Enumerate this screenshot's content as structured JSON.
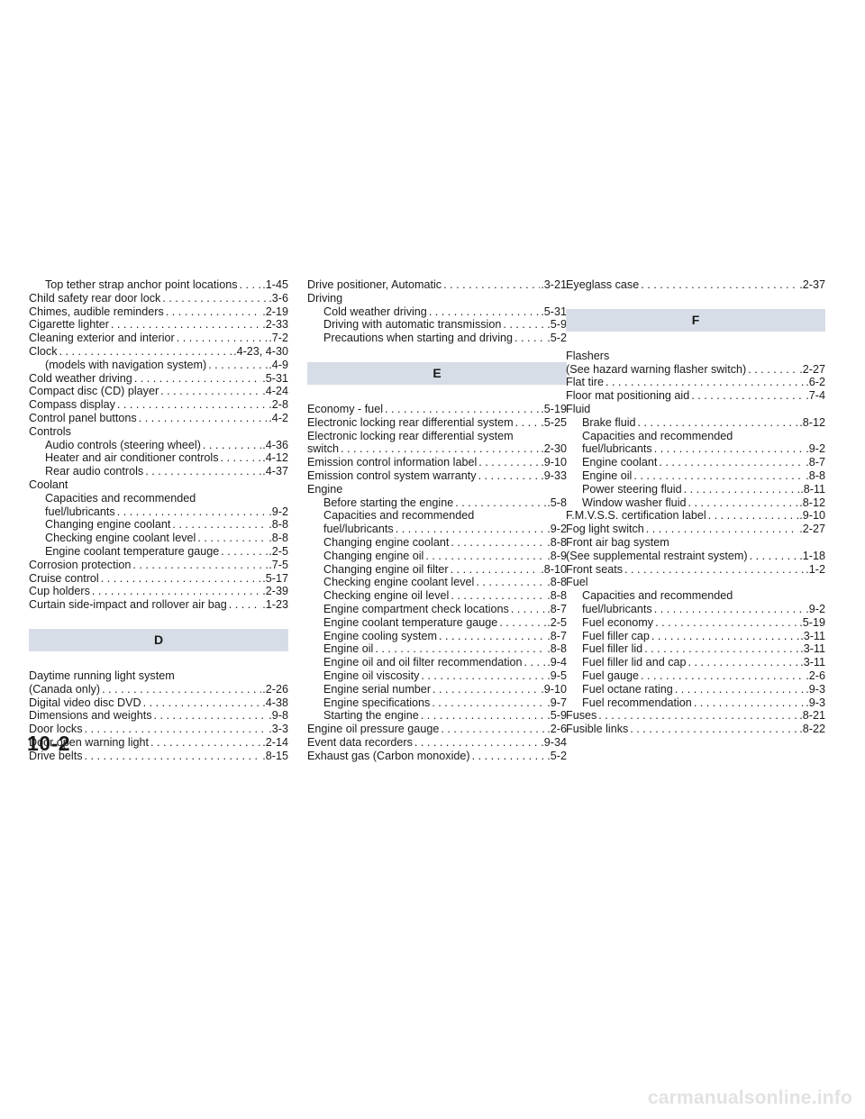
{
  "page_number": "10-2",
  "watermark": "carmanualsonline.info",
  "columns": [
    [
      {
        "kind": "entry",
        "level": 2,
        "text": "Top tether strap anchor point locations",
        "page": ".1-45"
      },
      {
        "kind": "entry",
        "level": 1,
        "text": "Child safety rear door lock",
        "page": ".3-6"
      },
      {
        "kind": "entry",
        "level": 1,
        "text": "Chimes, audible reminders",
        "page": ".2-19"
      },
      {
        "kind": "entry",
        "level": 1,
        "text": "Cigarette lighter",
        "page": ".2-33"
      },
      {
        "kind": "entry",
        "level": 1,
        "text": "Cleaning exterior and interior",
        "page": ".7-2"
      },
      {
        "kind": "entry",
        "level": 1,
        "text": "Clock",
        "page": ".4-23, 4-30"
      },
      {
        "kind": "entry",
        "level": 2,
        "text": "(models with navigation system)",
        "page": ".4-9"
      },
      {
        "kind": "entry",
        "level": 1,
        "text": "Cold weather driving",
        "page": ".5-31"
      },
      {
        "kind": "entry",
        "level": 1,
        "text": "Compact disc (CD) player",
        "page": ".4-24"
      },
      {
        "kind": "entry",
        "level": 1,
        "text": "Compass display",
        "page": ".2-8"
      },
      {
        "kind": "entry",
        "level": 1,
        "text": "Control panel buttons",
        "page": ".4-2"
      },
      {
        "kind": "entry",
        "level": 1,
        "text": "Controls",
        "page": ""
      },
      {
        "kind": "entry",
        "level": 2,
        "text": "Audio controls (steering wheel)",
        "page": ".4-36"
      },
      {
        "kind": "entry",
        "level": 2,
        "text": "Heater and air conditioner controls",
        "page": ".4-12"
      },
      {
        "kind": "entry",
        "level": 2,
        "text": "Rear audio controls",
        "page": ".4-37"
      },
      {
        "kind": "entry",
        "level": 1,
        "text": "Coolant",
        "page": ""
      },
      {
        "kind": "entry",
        "level": 2,
        "text": "Capacities and recommended",
        "page": ""
      },
      {
        "kind": "entry",
        "level": 2,
        "text": "fuel/lubricants",
        "page": ".9-2"
      },
      {
        "kind": "entry",
        "level": 2,
        "text": "Changing engine coolant",
        "page": ".8-8"
      },
      {
        "kind": "entry",
        "level": 2,
        "text": "Checking engine coolant level",
        "page": ".8-8"
      },
      {
        "kind": "entry",
        "level": 2,
        "text": "Engine coolant temperature gauge",
        "page": ".2-5"
      },
      {
        "kind": "entry",
        "level": 1,
        "text": "Corrosion protection",
        "page": ".7-5"
      },
      {
        "kind": "entry",
        "level": 1,
        "text": "Cruise control",
        "page": ".5-17"
      },
      {
        "kind": "entry",
        "level": 1,
        "text": "Cup holders",
        "page": ".2-39"
      },
      {
        "kind": "entry",
        "level": 1,
        "text": "Curtain side-impact and rollover air bag",
        "page": ".1-23"
      },
      {
        "kind": "header",
        "text": "D"
      },
      {
        "kind": "entry",
        "level": 1,
        "text": "Daytime running light system",
        "page": ""
      },
      {
        "kind": "entry",
        "level": 1,
        "text": "(Canada only)",
        "page": ".2-26"
      },
      {
        "kind": "entry",
        "level": 1,
        "text": "Digital video disc DVD",
        "page": ".4-38"
      },
      {
        "kind": "entry",
        "level": 1,
        "text": "Dimensions and weights",
        "page": ".9-8"
      },
      {
        "kind": "entry",
        "level": 1,
        "text": "Door locks",
        "page": ".3-3"
      },
      {
        "kind": "entry",
        "level": 1,
        "text": "Door open warning light",
        "page": ".2-14"
      },
      {
        "kind": "entry",
        "level": 1,
        "text": "Drive belts",
        "page": ".8-15"
      }
    ],
    [
      {
        "kind": "entry",
        "level": 1,
        "text": "Drive positioner, Automatic",
        "page": ".3-21"
      },
      {
        "kind": "entry",
        "level": 1,
        "text": "Driving",
        "page": ""
      },
      {
        "kind": "entry",
        "level": 2,
        "text": "Cold weather driving",
        "page": ".5-31"
      },
      {
        "kind": "entry",
        "level": 2,
        "text": "Driving with automatic transmission",
        "page": ".5-9"
      },
      {
        "kind": "entry",
        "level": 2,
        "text": "Precautions when starting and driving",
        "page": ".5-2"
      },
      {
        "kind": "header",
        "text": "E"
      },
      {
        "kind": "entry",
        "level": 1,
        "text": "Economy - fuel",
        "page": ".5-19"
      },
      {
        "kind": "entry",
        "level": 1,
        "text": "Electronic locking rear differential system",
        "page": ".5-25"
      },
      {
        "kind": "entry",
        "level": 1,
        "text": "Electronic locking rear differential system",
        "page": ""
      },
      {
        "kind": "entry",
        "level": 1,
        "text": "switch",
        "page": ".2-30"
      },
      {
        "kind": "entry",
        "level": 1,
        "text": "Emission control information label",
        "page": ".9-10"
      },
      {
        "kind": "entry",
        "level": 1,
        "text": "Emission control system warranty",
        "page": ".9-33"
      },
      {
        "kind": "entry",
        "level": 1,
        "text": "Engine",
        "page": ""
      },
      {
        "kind": "entry",
        "level": 2,
        "text": "Before starting the engine",
        "page": ".5-8"
      },
      {
        "kind": "entry",
        "level": 2,
        "text": "Capacities and recommended",
        "page": ""
      },
      {
        "kind": "entry",
        "level": 2,
        "text": "fuel/lubricants",
        "page": ".9-2"
      },
      {
        "kind": "entry",
        "level": 2,
        "text": "Changing engine coolant",
        "page": ".8-8"
      },
      {
        "kind": "entry",
        "level": 2,
        "text": "Changing engine oil",
        "page": ".8-9"
      },
      {
        "kind": "entry",
        "level": 2,
        "text": "Changing engine oil filter",
        "page": ".8-10"
      },
      {
        "kind": "entry",
        "level": 2,
        "text": "Checking engine coolant level",
        "page": ".8-8"
      },
      {
        "kind": "entry",
        "level": 2,
        "text": "Checking engine oil level",
        "page": ".8-8"
      },
      {
        "kind": "entry",
        "level": 2,
        "text": "Engine compartment check locations",
        "page": ".8-7"
      },
      {
        "kind": "entry",
        "level": 2,
        "text": "Engine coolant temperature gauge",
        "page": ".2-5"
      },
      {
        "kind": "entry",
        "level": 2,
        "text": "Engine cooling system",
        "page": ".8-7"
      },
      {
        "kind": "entry",
        "level": 2,
        "text": "Engine oil",
        "page": ".8-8"
      },
      {
        "kind": "entry",
        "level": 2,
        "text": "Engine oil and oil filter recommendation",
        "page": ".9-4"
      },
      {
        "kind": "entry",
        "level": 2,
        "text": "Engine oil viscosity",
        "page": ".9-5"
      },
      {
        "kind": "entry",
        "level": 2,
        "text": "Engine serial number",
        "page": ".9-10"
      },
      {
        "kind": "entry",
        "level": 2,
        "text": "Engine specifications",
        "page": ".9-7"
      },
      {
        "kind": "entry",
        "level": 2,
        "text": "Starting the engine",
        "page": ".5-9"
      },
      {
        "kind": "entry",
        "level": 1,
        "text": "Engine oil pressure gauge",
        "page": ".2-6"
      },
      {
        "kind": "entry",
        "level": 1,
        "text": "Event data recorders",
        "page": ".9-34"
      },
      {
        "kind": "entry",
        "level": 1,
        "text": "Exhaust gas (Carbon monoxide)",
        "page": ".5-2"
      }
    ],
    [
      {
        "kind": "entry",
        "level": 1,
        "text": "Eyeglass case",
        "page": ".2-37"
      },
      {
        "kind": "header",
        "text": "F"
      },
      {
        "kind": "entry",
        "level": 1,
        "text": "Flashers",
        "page": ""
      },
      {
        "kind": "entry",
        "level": 1,
        "text": "(See hazard warning flasher switch)",
        "page": ".2-27"
      },
      {
        "kind": "entry",
        "level": 1,
        "text": "Flat tire",
        "page": ".6-2"
      },
      {
        "kind": "entry",
        "level": 1,
        "text": "Floor mat positioning aid",
        "page": ".7-4"
      },
      {
        "kind": "entry",
        "level": 1,
        "text": "Fluid",
        "page": ""
      },
      {
        "kind": "entry",
        "level": 2,
        "text": "Brake fluid",
        "page": ".8-12"
      },
      {
        "kind": "entry",
        "level": 2,
        "text": "Capacities and recommended",
        "page": ""
      },
      {
        "kind": "entry",
        "level": 2,
        "text": "fuel/lubricants",
        "page": ".9-2"
      },
      {
        "kind": "entry",
        "level": 2,
        "text": "Engine coolant",
        "page": ".8-7"
      },
      {
        "kind": "entry",
        "level": 2,
        "text": "Engine oil",
        "page": ".8-8"
      },
      {
        "kind": "entry",
        "level": 2,
        "text": "Power steering fluid",
        "page": ".8-11"
      },
      {
        "kind": "entry",
        "level": 2,
        "text": "Window washer fluid",
        "page": ".8-12"
      },
      {
        "kind": "entry",
        "level": 1,
        "text": "F.M.V.S.S. certification label",
        "page": ".9-10"
      },
      {
        "kind": "entry",
        "level": 1,
        "text": "Fog light switch",
        "page": ".2-27"
      },
      {
        "kind": "entry",
        "level": 1,
        "text": "Front air bag system",
        "page": ""
      },
      {
        "kind": "entry",
        "level": 1,
        "text": "(See supplemental restraint system)",
        "page": ".1-18"
      },
      {
        "kind": "entry",
        "level": 1,
        "text": "Front seats",
        "page": ".1-2"
      },
      {
        "kind": "entry",
        "level": 1,
        "text": "Fuel",
        "page": ""
      },
      {
        "kind": "entry",
        "level": 2,
        "text": "Capacities and recommended",
        "page": ""
      },
      {
        "kind": "entry",
        "level": 2,
        "text": "fuel/lubricants",
        "page": ".9-2"
      },
      {
        "kind": "entry",
        "level": 2,
        "text": "Fuel economy",
        "page": ".5-19"
      },
      {
        "kind": "entry",
        "level": 2,
        "text": "Fuel filler cap",
        "page": ".3-11"
      },
      {
        "kind": "entry",
        "level": 2,
        "text": "Fuel filler lid",
        "page": ".3-11"
      },
      {
        "kind": "entry",
        "level": 2,
        "text": "Fuel filler lid and cap",
        "page": ".3-11"
      },
      {
        "kind": "entry",
        "level": 2,
        "text": "Fuel gauge",
        "page": ".2-6"
      },
      {
        "kind": "entry",
        "level": 2,
        "text": "Fuel octane rating",
        "page": ".9-3"
      },
      {
        "kind": "entry",
        "level": 2,
        "text": "Fuel recommendation",
        "page": ".9-3"
      },
      {
        "kind": "entry",
        "level": 1,
        "text": "Fuses",
        "page": ".8-21"
      },
      {
        "kind": "entry",
        "level": 1,
        "text": "Fusible links",
        "page": ".8-22"
      }
    ]
  ]
}
